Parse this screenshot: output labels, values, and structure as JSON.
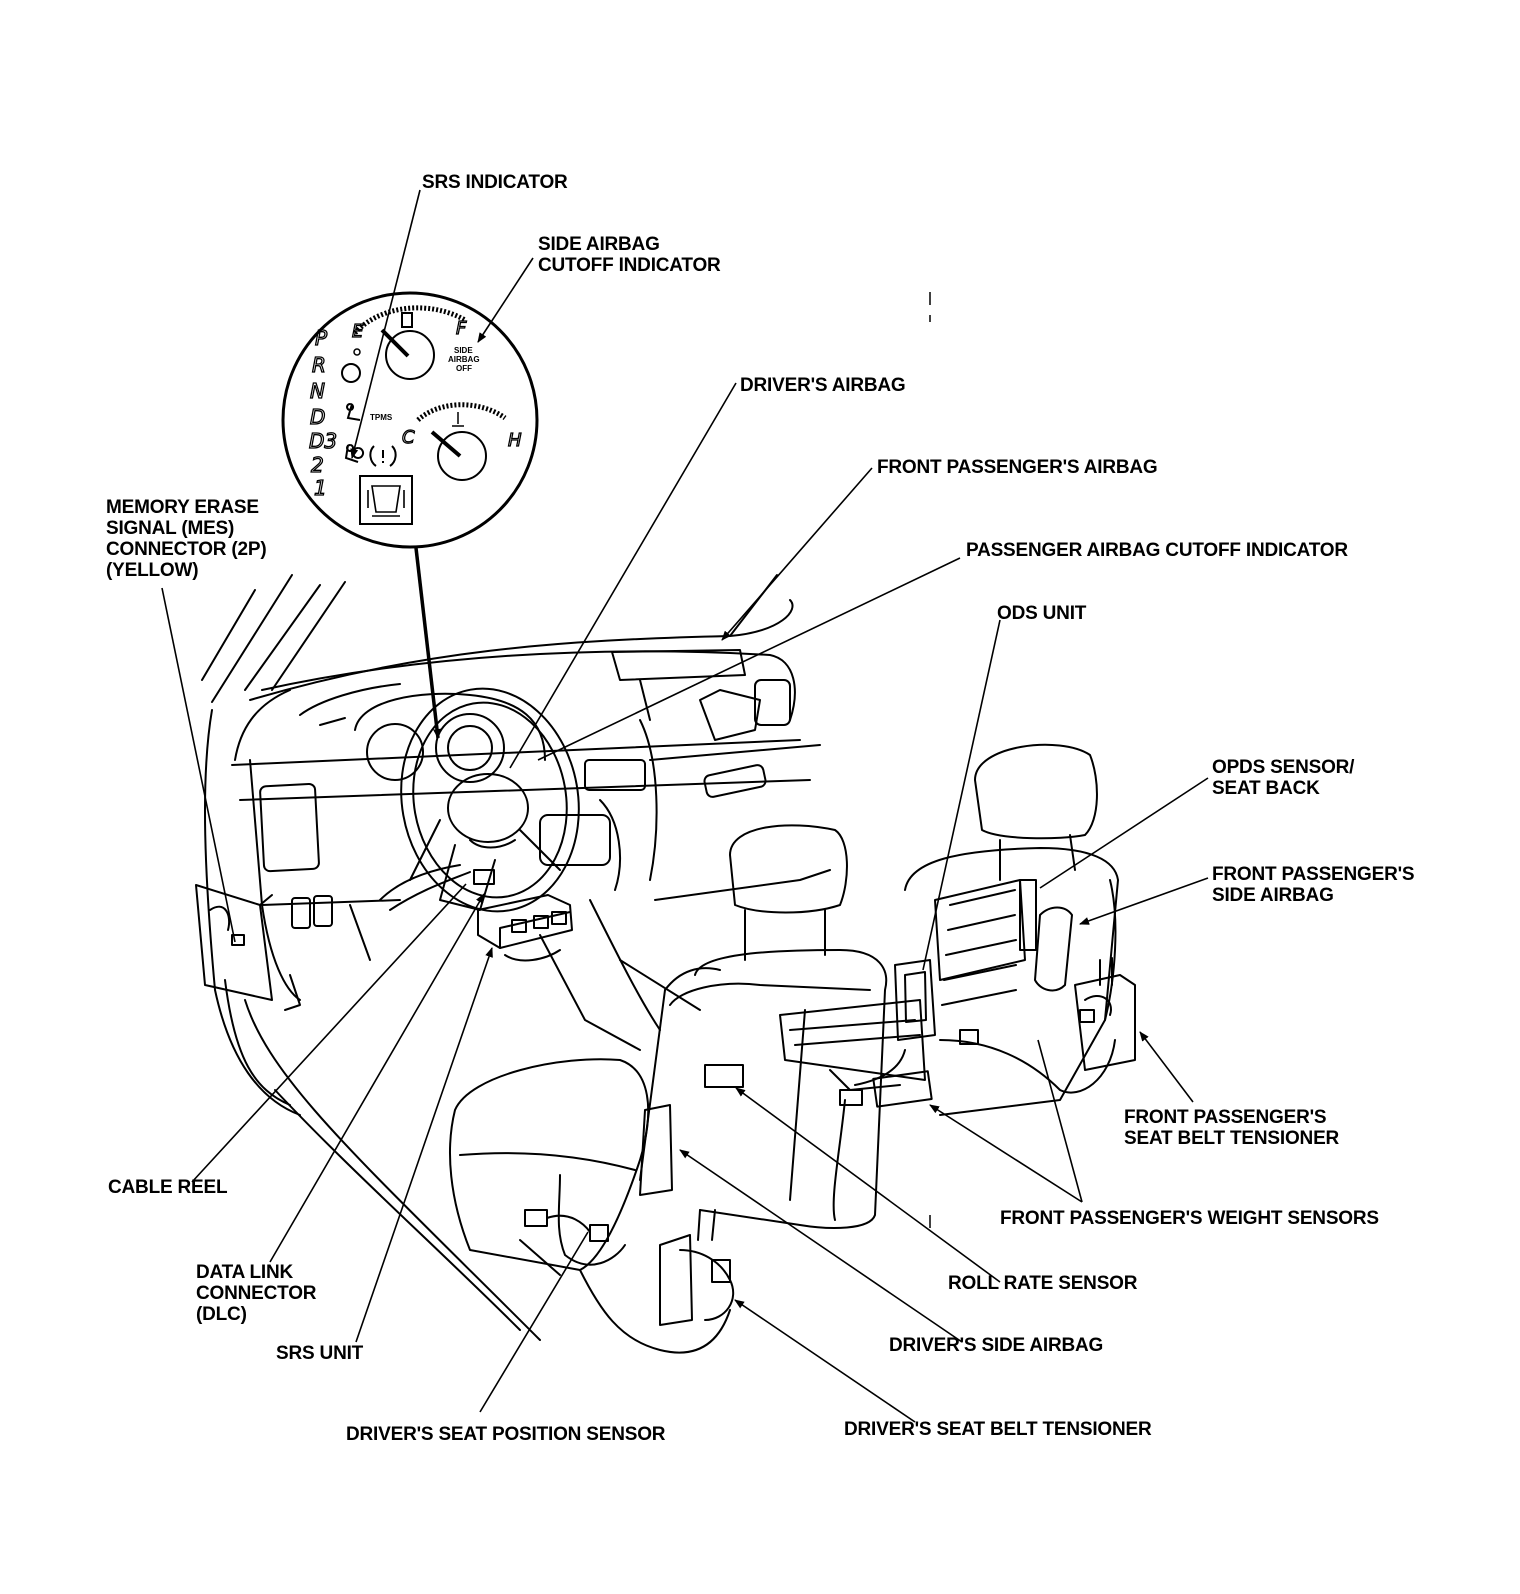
{
  "labels": {
    "srs_indicator": "SRS INDICATOR",
    "side_airbag_cutoff": [
      "SIDE AIRBAG",
      "CUTOFF INDICATOR"
    ],
    "drivers_airbag": "DRIVER'S AIRBAG",
    "front_passenger_airbag": "FRONT PASSENGER'S AIRBAG",
    "passenger_airbag_cutoff": "PASSENGER AIRBAG CUTOFF INDICATOR",
    "ods_unit": "ODS UNIT",
    "opds_sensor": [
      "OPDS SENSOR/",
      "SEAT BACK"
    ],
    "front_passenger_side_airbag": [
      "FRONT PASSENGER'S",
      "SIDE AIRBAG"
    ],
    "mes_connector": [
      "MEMORY ERASE",
      "SIGNAL (MES)",
      "CONNECTOR (2P)",
      "(YELLOW)"
    ],
    "front_passenger_seat_belt_tensioner": [
      "FRONT PASSENGER'S",
      "SEAT BELT TENSIONER"
    ],
    "front_passenger_weight_sensors": "FRONT PASSENGER'S WEIGHT SENSORS",
    "cable_reel": "CABLE REEL",
    "roll_rate_sensor": "ROLL RATE SENSOR",
    "data_link_connector": [
      "DATA LINK",
      "CONNECTOR",
      "(DLC)"
    ],
    "drivers_side_airbag": "DRIVER'S SIDE AIRBAG",
    "srs_unit": "SRS UNIT",
    "drivers_seat_position_sensor": "DRIVER'S SEAT POSITION SENSOR",
    "drivers_seat_belt_tensioner": "DRIVER'S SEAT BELT TENSIONER"
  },
  "gauge": {
    "gear_letters": [
      "P",
      "R",
      "N",
      "D",
      "D3",
      "2",
      "1"
    ],
    "fuel_empty": "E",
    "fuel_full": "F",
    "temp_cold": "C",
    "temp_hot": "H",
    "tpms": "TPMS",
    "side_airbag_off": [
      "SIDE",
      "AIRBAG",
      "OFF"
    ]
  }
}
